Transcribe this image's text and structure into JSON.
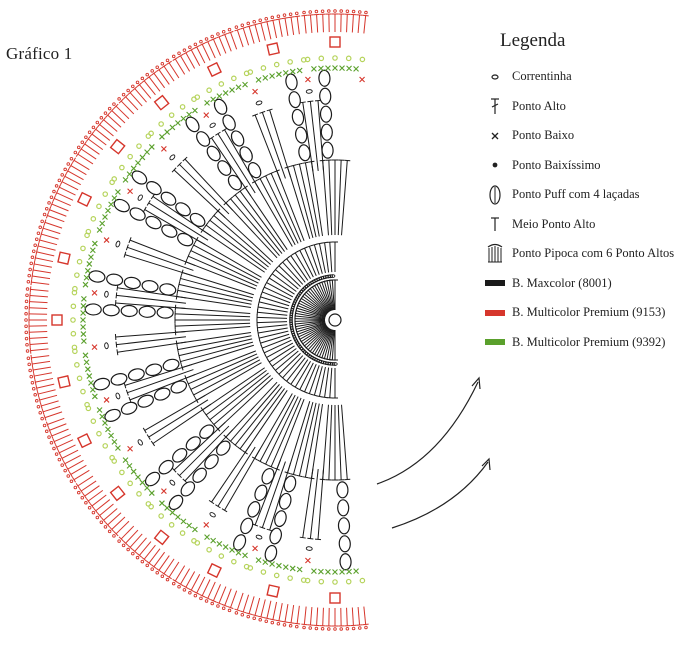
{
  "title": "Gráfico 1",
  "legend": {
    "title": "Legenda",
    "items": [
      {
        "symbol": "chain-icon",
        "label": "Correntinha"
      },
      {
        "symbol": "double-crochet-icon",
        "label": "Ponto Alto"
      },
      {
        "symbol": "single-crochet-icon",
        "label": "Ponto Baixo"
      },
      {
        "symbol": "slip-stitch-icon",
        "label": "Ponto Baixíssimo"
      },
      {
        "symbol": "puff-stitch-icon",
        "label": "Ponto Puff com 4 laçadas"
      },
      {
        "symbol": "half-double-crochet-icon",
        "label": "Meio Ponto Alto"
      },
      {
        "symbol": "popcorn-stitch-icon",
        "label": "Ponto Pipoca com 6 Ponto Altos"
      },
      {
        "symbol": "color-swatch-black",
        "label": "B. Maxcolor (8001)"
      },
      {
        "symbol": "color-swatch-red",
        "label": "B. Multicolor Premium (9153)"
      },
      {
        "symbol": "color-swatch-green",
        "label": "B. Multicolor Premium (9392)"
      }
    ]
  },
  "colors": {
    "black": "#1a1a1a",
    "red": "#d6362c",
    "green": "#5aa02c",
    "lime": "#b5d35a"
  }
}
